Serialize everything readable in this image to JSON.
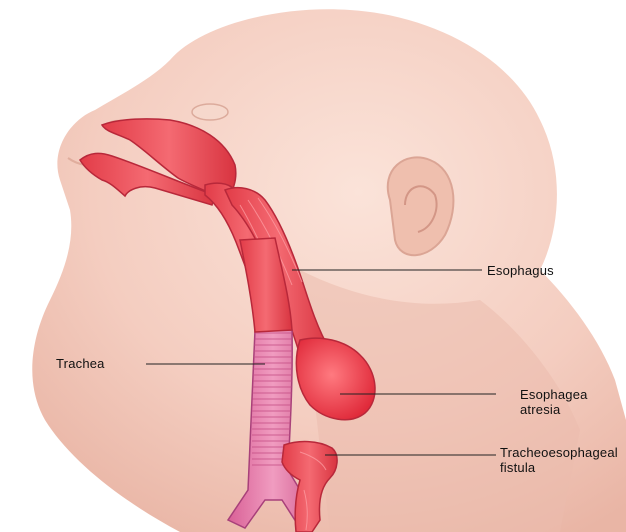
{
  "labels": {
    "esophagus": "Esophagus",
    "trachea": "Trachea",
    "atresia": "Esophagea\natresia",
    "fistula": "Tracheoesophageal\nfistula"
  },
  "colors": {
    "skin": "#f4cdc0",
    "skin_shadow": "#e8b3a3",
    "esophagus": "#f0505a",
    "esophagus_dark": "#c8303c",
    "trachea": "#e979a6",
    "trachea_ring": "#c8528a",
    "leader_line": "#222222"
  }
}
